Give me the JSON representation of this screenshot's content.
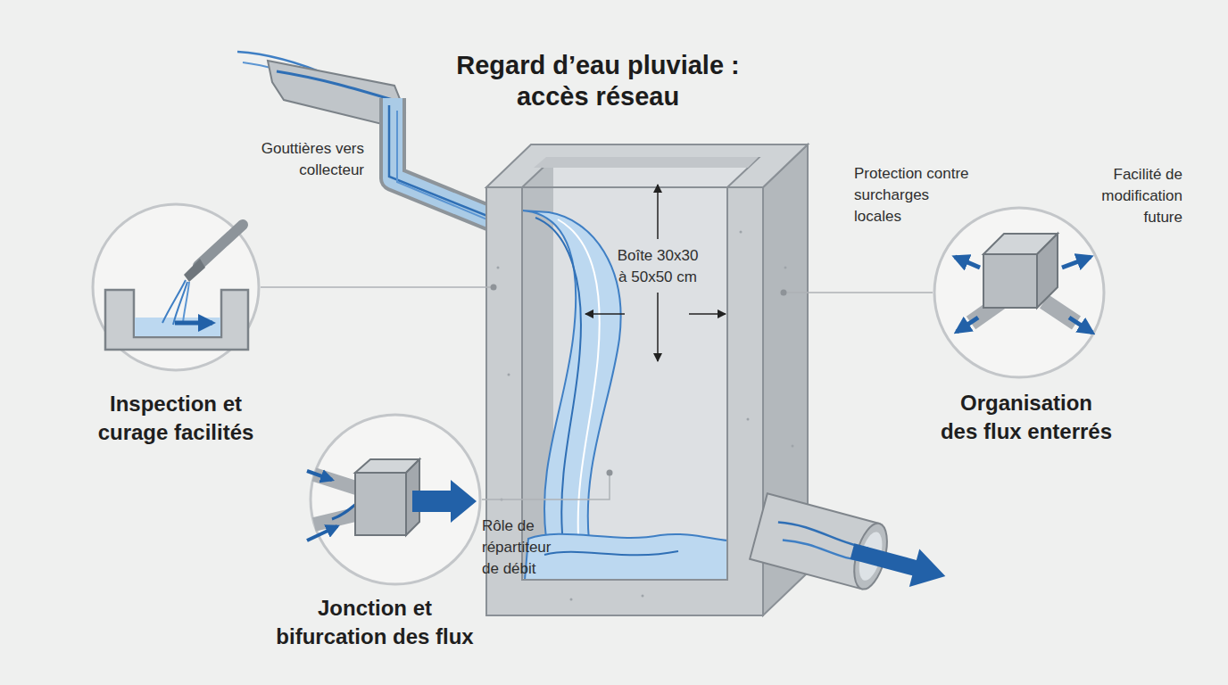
{
  "diagram": {
    "title": "Regard d’eau pluviale : accès réseau",
    "nodes": [
      {
        "text": [
          "Boîte 30x30 à 50x50 cm"
        ]
      },
      {
        "text": [
          "Inspection et curage facilités"
        ]
      },
      {
        "text": [
          "Organisation des flux enterrés"
        ]
      },
      {
        "text": [
          "Jonction et bifurcation des flux"
        ]
      }
    ],
    "edges": [
      {
        "from": 1,
        "to": 0,
        "arrow": "none"
      },
      {
        "from": 2,
        "to": 0,
        "arrow": "none"
      },
      {
        "from": 3,
        "to": 0,
        "label": "Rôle de répartiteur de débit",
        "arrow": "none"
      }
    ],
    "labels": [
      "Gouttières vers collecteur",
      "Protection contre surcharges locales",
      "Facilité de modification future"
    ]
  }
}
